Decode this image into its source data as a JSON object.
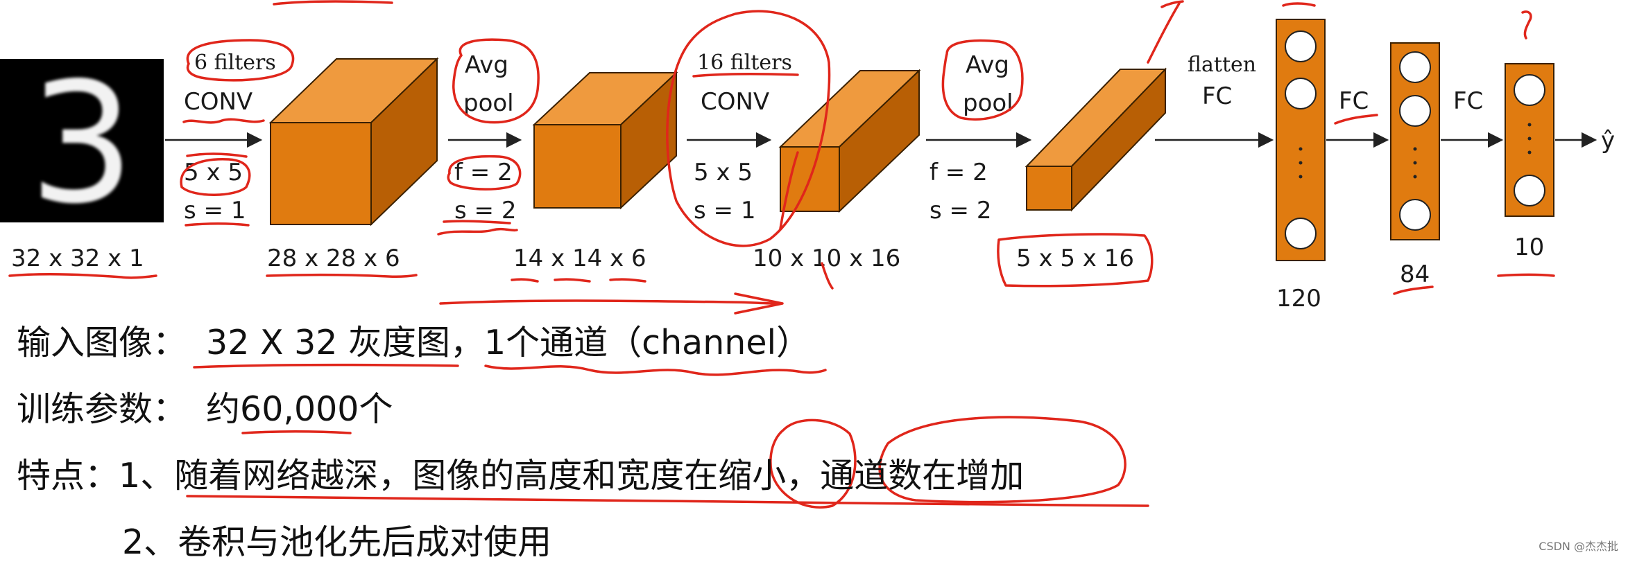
{
  "input": {
    "size": "32 x 32 x 1",
    "digit": "3"
  },
  "conv1": {
    "filters": "6 filters",
    "op": "CONV",
    "kernel": "5 x 5",
    "stride": "s = 1",
    "output": "28 x 28 x 6"
  },
  "pool1": {
    "op_line1": "Avg",
    "op_line2": "pool",
    "f": "f = 2",
    "stride": "s = 2",
    "output": "14 x 14 x 6"
  },
  "conv2": {
    "filters": "16 filters",
    "op": "CONV",
    "kernel": "5 x 5",
    "stride": "s = 1",
    "output": "10 x 10 x 16"
  },
  "pool2": {
    "op_line1": "Avg",
    "op_line2": "pool",
    "f": "f = 2",
    "stride": "s = 2",
    "output": "5 x 5 x 16"
  },
  "fc1": {
    "label_line1": "flatten",
    "label_line2": "FC",
    "size": "120"
  },
  "fc2": {
    "label": "FC",
    "size": "84"
  },
  "fc3": {
    "label": "FC",
    "size": "10"
  },
  "output_label": "ŷ",
  "notes": {
    "line1_prefix": "输入图像：",
    "line1_text": "32 X 32 灰度图，1个通道（channel）",
    "line2_prefix": "训练参数：",
    "line2_text": "约60,000个",
    "line3_prefix": "特点：",
    "line3_text": "1、随着网络越深，图像的高度和宽度在缩小，通道数在增加",
    "line4_text": "2、卷积与池化先后成对使用"
  },
  "watermark": "CSDN @杰杰批",
  "colors": {
    "block_front": "#e07b10",
    "block_top": "#ef9a3e",
    "block_side": "#b85f05",
    "edge": "#3a2000",
    "annotation": "#e0261b"
  }
}
